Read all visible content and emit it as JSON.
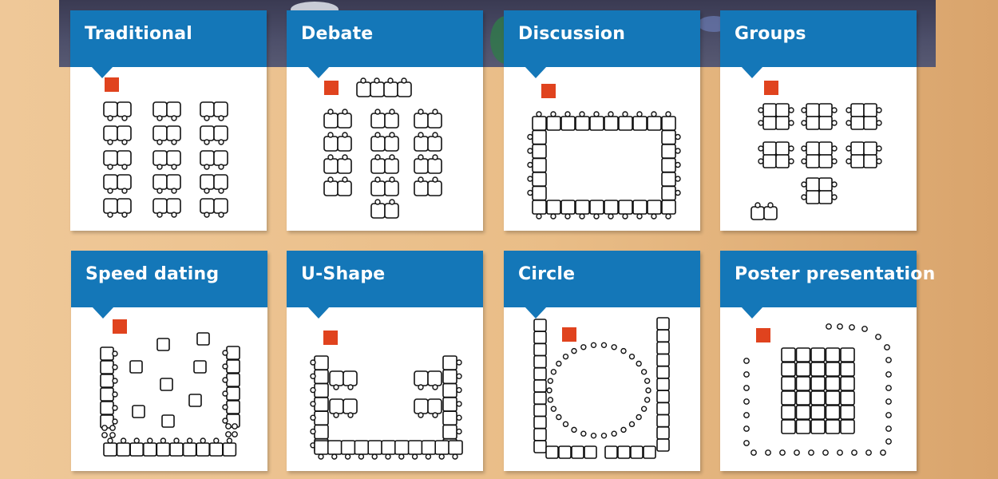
{
  "layouts": [
    {
      "id": "traditional",
      "title": "Traditional"
    },
    {
      "id": "debate",
      "title": "Debate"
    },
    {
      "id": "discussion",
      "title": "Discussion"
    },
    {
      "id": "groups",
      "title": "Groups"
    },
    {
      "id": "speed-dating",
      "title": "Speed dating"
    },
    {
      "id": "u-shape",
      "title": "U-Shape"
    },
    {
      "id": "circle",
      "title": "Circle"
    },
    {
      "id": "poster-presentation",
      "title": "Poster presentation"
    }
  ],
  "colors": {
    "header": "#1477b8",
    "teacher_marker": "#e0431e",
    "page_background": "#e9bd87"
  }
}
